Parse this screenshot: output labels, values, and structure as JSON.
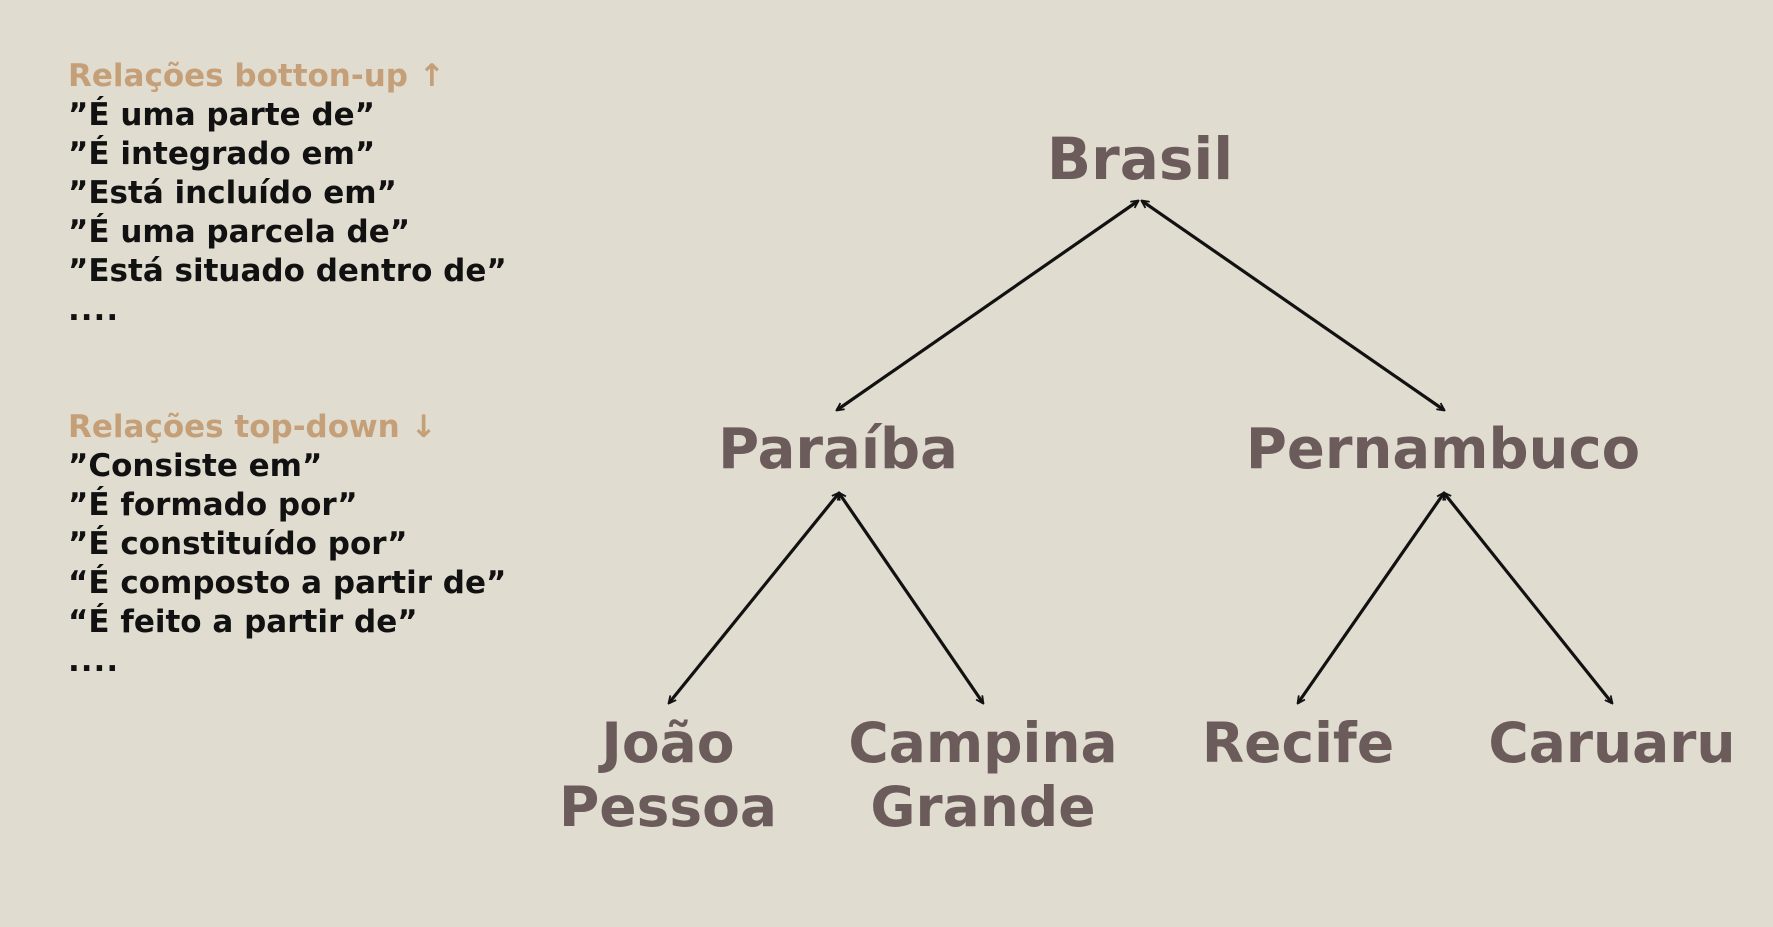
{
  "colors": {
    "background": "#e0dcd0",
    "heading": "#c49f78",
    "legend_text": "#111111",
    "node_text": "#6b5b5b",
    "edge": "#111111"
  },
  "legend": {
    "bottom_up": {
      "heading": "Relações botton-up ↑",
      "items": [
        "”É uma parte de”",
        "”É integrado em”",
        "”Está incluído em”",
        "”É uma parcela de”",
        "”Está situado dentro de”"
      ],
      "ellipsis": "...."
    },
    "top_down": {
      "heading": "Relações top-down ↓",
      "items": [
        "”Consiste em”",
        "”É formado por”",
        "”É constituído por”",
        "“É composto a partir de”",
        "“É feito a partir de”"
      ],
      "ellipsis": "...."
    }
  },
  "tree": {
    "root": {
      "id": "brasil",
      "lines": [
        "Brasil"
      ]
    },
    "children": [
      {
        "id": "paraiba",
        "lines": [
          "Paraíba"
        ],
        "children": [
          {
            "id": "joao-pessoa",
            "lines": [
              "João",
              "Pessoa"
            ]
          },
          {
            "id": "campina-grande",
            "lines": [
              "Campina",
              "Grande"
            ]
          }
        ]
      },
      {
        "id": "pernambuco",
        "lines": [
          "Pernambuco"
        ],
        "children": [
          {
            "id": "recife",
            "lines": [
              "Recife"
            ]
          },
          {
            "id": "caruaru",
            "lines": [
              "Caruaru"
            ]
          }
        ]
      }
    ],
    "edge_style": "double-arrow"
  }
}
